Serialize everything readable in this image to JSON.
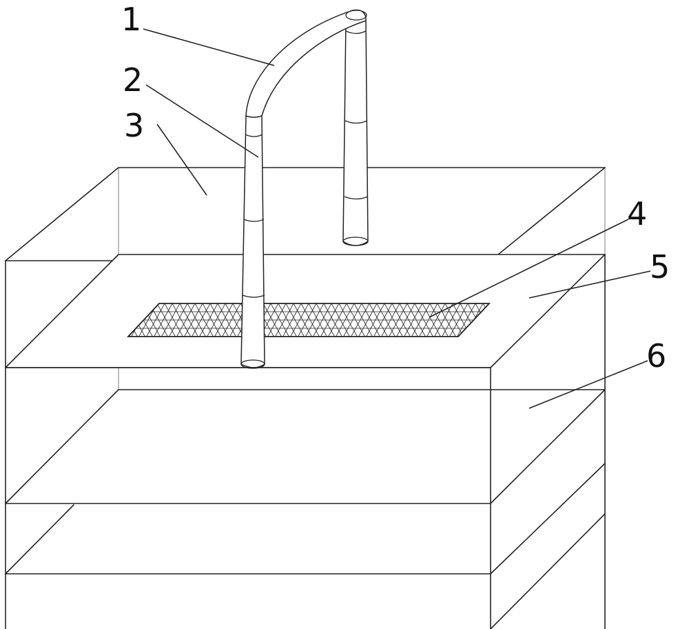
{
  "labels": {
    "l1": "1",
    "l2": "2",
    "l3": "3",
    "l4": "4",
    "l5": "5",
    "l6": "6"
  },
  "colors": {
    "ink": "#222222",
    "background": "#ffffff"
  }
}
